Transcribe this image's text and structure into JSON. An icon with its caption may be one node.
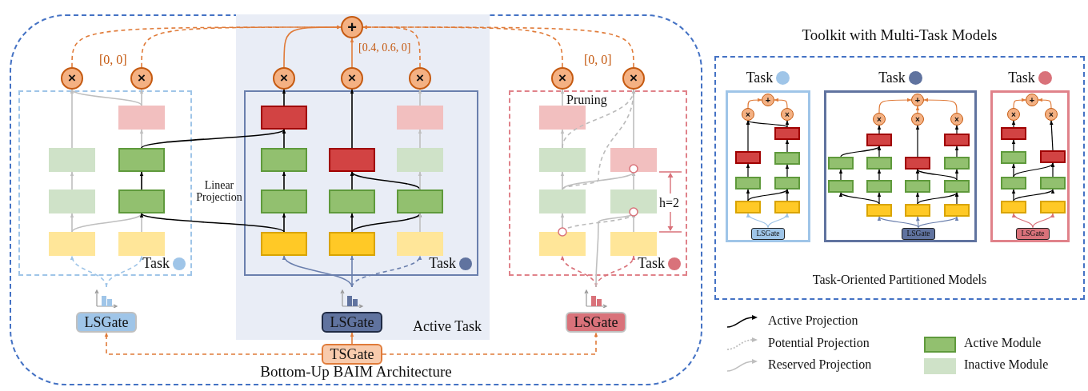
{
  "diagram": {
    "nodes": [
      {
        "text": [
          "Bottom-Up BAIM Architecture"
        ]
      },
      {
        "text": [
          "Active Task"
        ],
        "in": 0
      },
      {
        "text": [
          "Task"
        ],
        "in": 0
      },
      {
        "text": [
          "Task"
        ],
        "in": 1
      },
      {
        "text": [
          "Task"
        ],
        "in": 0
      },
      {
        "text": [
          "+"
        ],
        "in": 1
      },
      {
        "text": [
          "×"
        ],
        "in": 0
      },
      {
        "text": [
          "×"
        ],
        "in": 0
      },
      {
        "text": [
          "×"
        ],
        "in": 1
      },
      {
        "text": [
          "×"
        ],
        "in": 1
      },
      {
        "text": [
          "×"
        ],
        "in": 1
      },
      {
        "text": [
          "×"
        ],
        "in": 0
      },
      {
        "text": [
          "×"
        ],
        "in": 0
      },
      {
        "text": [],
        "shape": "box",
        "in": 2
      },
      {
        "text": [],
        "shape": "box",
        "in": 2
      },
      {
        "text": [],
        "shape": "box",
        "in": 2
      },
      {
        "text": [],
        "shape": "box",
        "in": 2
      },
      {
        "text": [],
        "shape": "box",
        "in": 2
      },
      {
        "text": [],
        "shape": "box",
        "in": 2
      },
      {
        "text": [],
        "shape": "box",
        "in": 2
      },
      {
        "text": [],
        "shape": "box",
        "in": 3
      },
      {
        "text": [],
        "shape": "box",
        "in": 3
      },
      {
        "text": [],
        "shape": "box",
        "in": 3
      },
      {
        "text": [],
        "shape": "box",
        "in": 3
      },
      {
        "text": [],
        "shape": "box",
        "in": 3
      },
      {
        "text": [],
        "shape": "box",
        "in": 3
      },
      {
        "text": [],
        "shape": "box",
        "in": 3
      },
      {
        "text": [],
        "shape": "box",
        "in": 3
      },
      {
        "text": [],
        "shape": "box",
        "in": 3
      },
      {
        "text": [],
        "shape": "box",
        "in": 3
      },
      {
        "text": [],
        "shape": "box",
        "in": 3
      },
      {
        "text": [],
        "shape": "box",
        "in": 4
      },
      {
        "text": [],
        "shape": "box",
        "in": 4
      },
      {
        "text": [],
        "shape": "box",
        "in": 4
      },
      {
        "text": [],
        "shape": "box",
        "in": 4
      },
      {
        "text": [],
        "shape": "box",
        "in": 4
      },
      {
        "text": [],
        "shape": "box",
        "in": 4
      },
      {
        "text": [],
        "shape": "box",
        "in": 4
      },
      {
        "text": [],
        "shape": "bar",
        "in": 0
      },
      {
        "text": [
          "LSGate"
        ],
        "in": 0
      },
      {
        "text": [],
        "shape": "bar",
        "in": 1
      },
      {
        "text": [
          "LSGate"
        ],
        "in": 1
      },
      {
        "text": [],
        "shape": "bar",
        "in": 0
      },
      {
        "text": [
          "LSGate"
        ],
        "in": 0
      },
      {
        "text": [
          "TSGate"
        ],
        "in": 0
      },
      {
        "text": [
          "Toolkit with Multi-Task Models",
          "Task-Oriented Partitioned Models"
        ]
      },
      {
        "text": [
          "Task"
        ],
        "in": 45
      },
      {
        "text": [
          "Task"
        ],
        "in": 45
      },
      {
        "text": [
          "Task"
        ],
        "in": 45
      },
      {
        "text": [
          "+"
        ],
        "in": 46
      },
      {
        "text": [
          "×"
        ],
        "in": 46
      },
      {
        "text": [
          "×"
        ],
        "in": 46
      },
      {
        "text": [],
        "shape": "box",
        "in": 46
      },
      {
        "text": [],
        "shape": "box",
        "in": 46
      },
      {
        "text": [],
        "shape": "box",
        "in": 46
      },
      {
        "text": [],
        "shape": "box",
        "in": 46
      },
      {
        "text": [],
        "shape": "box",
        "in": 46
      },
      {
        "text": [],
        "shape": "box",
        "in": 46
      },
      {
        "text": [],
        "shape": "box",
        "in": 46
      },
      {
        "text": [
          "LSGate"
        ],
        "in": 46
      },
      {
        "text": [
          "+"
        ],
        "in": 47
      },
      {
        "text": [
          "×"
        ],
        "in": 47
      },
      {
        "text": [
          "×"
        ],
        "in": 47
      },
      {
        "text": [
          "×"
        ],
        "in": 47
      },
      {
        "text": [],
        "shape": "box",
        "in": 47
      },
      {
        "text": [],
        "shape": "box",
        "in": 47
      },
      {
        "text": [],
        "shape": "box",
        "in": 47
      },
      {
        "text": [],
        "shape": "box",
        "in": 47
      },
      {
        "text": [],
        "shape": "box",
        "in": 47
      },
      {
        "text": [],
        "shape": "box",
        "in": 47
      },
      {
        "text": [],
        "shape": "box",
        "in": 47
      },
      {
        "text": [],
        "shape": "box",
        "in": 47
      },
      {
        "text": [],
        "shape": "box",
        "in": 47
      },
      {
        "text": [],
        "shape": "box",
        "in": 47
      },
      {
        "text": [],
        "shape": "box",
        "in": 47
      },
      {
        "text": [],
        "shape": "box",
        "in": 47
      },
      {
        "text": [],
        "shape": "box",
        "in": 47
      },
      {
        "text": [
          "LSGate"
        ],
        "in": 47
      },
      {
        "text": [
          "+"
        ],
        "in": 48
      },
      {
        "text": [
          "×"
        ],
        "in": 48
      },
      {
        "text": [
          "×"
        ],
        "in": 48
      },
      {
        "text": [],
        "shape": "box",
        "in": 48
      },
      {
        "text": [],
        "shape": "box",
        "in": 48
      },
      {
        "text": [],
        "shape": "box",
        "in": 48
      },
      {
        "text": [],
        "shape": "box",
        "in": 48
      },
      {
        "text": [],
        "shape": "box",
        "in": 48
      },
      {
        "text": [],
        "shape": "box",
        "in": 48
      },
      {
        "text": [],
        "shape": "box",
        "in": 48
      },
      {
        "text": [
          "LSGate"
        ],
        "in": 48
      }
    ],
    "edges": [
      {
        "from": 38,
        "to": 13,
        "arrow": "to",
        "style": "dashed",
        "color": "#9fc5e8"
      },
      {
        "from": 38,
        "to": 16,
        "arrow": "to",
        "style": "dashed",
        "color": "#9fc5e8"
      },
      {
        "from": 13,
        "to": 14,
        "arrow": "to",
        "color": "#bfbfbf"
      },
      {
        "from": 14,
        "to": 15,
        "arrow": "to",
        "color": "#bfbfbf"
      },
      {
        "from": 15,
        "to": 6,
        "arrow": "to",
        "color": "#bfbfbf"
      },
      {
        "from": 13,
        "to": 17,
        "arrow": "to",
        "color": "#bfbfbf"
      },
      {
        "from": 16,
        "to": 17,
        "arrow": "to",
        "color": "#bfbfbf"
      },
      {
        "from": 17,
        "to": 18,
        "arrow": "to"
      },
      {
        "from": 18,
        "to": 19,
        "arrow": "to",
        "color": "#bfbfbf"
      },
      {
        "from": 19,
        "to": 7,
        "arrow": "to",
        "color": "#bfbfbf"
      },
      {
        "from": 19,
        "to": 6,
        "arrow": "to",
        "color": "#bfbfbf"
      },
      {
        "from": 20,
        "to": 17,
        "arrow": "to"
      },
      {
        "from": 18,
        "to": 23,
        "arrow": "to"
      },
      {
        "from": 40,
        "to": 20,
        "arrow": "to",
        "color": "#6a7fad"
      },
      {
        "from": 40,
        "to": 24,
        "arrow": "to",
        "color": "#6a7fad"
      },
      {
        "from": 40,
        "to": 27,
        "arrow": "to",
        "style": "dashed",
        "color": "#6a7fad"
      },
      {
        "from": 20,
        "to": 21,
        "arrow": "to"
      },
      {
        "from": 21,
        "to": 22,
        "arrow": "to"
      },
      {
        "from": 22,
        "to": 23,
        "arrow": "to"
      },
      {
        "from": 23,
        "to": 8,
        "arrow": "to"
      },
      {
        "from": 24,
        "to": 25,
        "arrow": "to"
      },
      {
        "from": 25,
        "to": 26,
        "arrow": "to"
      },
      {
        "from": 26,
        "to": 9,
        "arrow": "to"
      },
      {
        "from": 24,
        "to": 28,
        "arrow": "to"
      },
      {
        "from": 28,
        "to": 26,
        "arrow": "to"
      },
      {
        "from": 27,
        "to": 28,
        "arrow": "to",
        "color": "#bfbfbf"
      },
      {
        "from": 28,
        "to": 29,
        "arrow": "to",
        "color": "#bfbfbf"
      },
      {
        "from": 29,
        "to": 30,
        "arrow": "to",
        "color": "#bfbfbf"
      },
      {
        "from": 30,
        "to": 10,
        "arrow": "to",
        "color": "#bfbfbf"
      },
      {
        "from": 42,
        "to": 31,
        "arrow": "to",
        "style": "dashed",
        "color": "#d9727a"
      },
      {
        "from": 42,
        "to": 35,
        "arrow": "to",
        "style": "dashed",
        "color": "#d9727a"
      },
      {
        "from": 31,
        "to": 32,
        "arrow": "to",
        "color": "#bfbfbf"
      },
      {
        "from": 32,
        "to": 33,
        "arrow": "to",
        "color": "#bfbfbf"
      },
      {
        "from": 33,
        "to": 34,
        "arrow": "to",
        "color": "#bfbfbf"
      },
      {
        "from": 34,
        "to": 11,
        "arrow": "to",
        "color": "#bfbfbf"
      },
      {
        "from": 35,
        "to": 36,
        "arrow": "to",
        "color": "#bfbfbf"
      },
      {
        "from": 36,
        "to": 37,
        "arrow": "to",
        "color": "#bfbfbf"
      },
      {
        "from": 37,
        "to": 12,
        "arrow": "to",
        "color": "#bfbfbf"
      },
      {
        "from": 42,
        "to": 36,
        "arrow": "to",
        "color": "#bfbfbf"
      },
      {
        "from": 32,
        "to": 37,
        "arrow": "to",
        "color": "#bfbfbf"
      },
      {
        "from": 31,
        "to": 36,
        "arrow": "to",
        "style": "dashed",
        "color": "#bbbbbb"
      },
      {
        "from": 32,
        "to": 12,
        "arrow": "to",
        "style": "dashed",
        "color": "#bbbbbb"
      },
      {
        "from": 33,
        "to": 12,
        "arrow": "to",
        "style": "dashed",
        "color": "#bbbbbb"
      },
      {
        "from": 6,
        "to": 5,
        "arrow": "to",
        "style": "dashed",
        "color": "#e07b39"
      },
      {
        "from": 7,
        "to": 5,
        "arrow": "to",
        "style": "dashed",
        "color": "#e07b39"
      },
      {
        "from": 8,
        "to": 5,
        "arrow": "to",
        "color": "#e07b39"
      },
      {
        "from": 9,
        "to": 5,
        "arrow": "to",
        "color": "#e07b39"
      },
      {
        "from": 10,
        "to": 5,
        "arrow": "to",
        "style": "dashed",
        "color": "#e07b39"
      },
      {
        "from": 11,
        "to": 5,
        "arrow": "to",
        "style": "dashed",
        "color": "#e07b39"
      },
      {
        "from": 12,
        "to": 5,
        "arrow": "to",
        "style": "dashed",
        "color": "#e07b39"
      },
      {
        "from": 44,
        "to": 39,
        "arrow": "to",
        "style": "dashed",
        "color": "#e07b39"
      },
      {
        "from": 44,
        "to": 41,
        "arrow": "to",
        "color": "#e07b39"
      },
      {
        "from": 44,
        "to": 43,
        "arrow": "to",
        "style": "dashed",
        "color": "#e07b39"
      },
      {
        "from": 59,
        "to": 52,
        "arrow": "to",
        "color": "#9fc5e8"
      },
      {
        "from": 59,
        "to": 55,
        "arrow": "to",
        "color": "#9fc5e8"
      },
      {
        "from": 52,
        "to": 53,
        "arrow": "to"
      },
      {
        "from": 53,
        "to": 54,
        "arrow": "to"
      },
      {
        "from": 54,
        "to": 50,
        "arrow": "to"
      },
      {
        "from": 55,
        "to": 56,
        "arrow": "to"
      },
      {
        "from": 56,
        "to": 57,
        "arrow": "to"
      },
      {
        "from": 57,
        "to": 58,
        "arrow": "to"
      },
      {
        "from": 58,
        "to": 51,
        "arrow": "to"
      },
      {
        "from": 58,
        "to": 50,
        "arrow": "to"
      },
      {
        "from": 52,
        "to": 56,
        "arrow": "to"
      },
      {
        "from": 50,
        "to": 49,
        "arrow": "to",
        "color": "#e07b39"
      },
      {
        "from": 51,
        "to": 49,
        "arrow": "to",
        "color": "#e07b39"
      },
      {
        "from": 77,
        "to": 66,
        "arrow": "to",
        "color": "#6a7fad"
      },
      {
        "from": 77,
        "to": 70,
        "arrow": "to",
        "color": "#6a7fad"
      },
      {
        "from": 77,
        "to": 73,
        "arrow": "to",
        "color": "#6a7fad"
      },
      {
        "from": 66,
        "to": 64,
        "arrow": "to"
      },
      {
        "from": 64,
        "to": 65,
        "arrow": "to"
      },
      {
        "from": 65,
        "to": 69,
        "arrow": "to"
      },
      {
        "from": 66,
        "to": 67,
        "arrow": "to"
      },
      {
        "from": 67,
        "to": 68,
        "arrow": "to"
      },
      {
        "from": 68,
        "to": 69,
        "arrow": "to"
      },
      {
        "from": 69,
        "to": 61,
        "arrow": "to"
      },
      {
        "from": 70,
        "to": 71,
        "arrow": "to"
      },
      {
        "from": 71,
        "to": 72,
        "arrow": "to"
      },
      {
        "from": 72,
        "to": 62,
        "arrow": "to"
      },
      {
        "from": 70,
        "to": 74,
        "arrow": "to"
      },
      {
        "from": 74,
        "to": 72,
        "arrow": "to"
      },
      {
        "from": 73,
        "to": 74,
        "arrow": "to"
      },
      {
        "from": 74,
        "to": 75,
        "arrow": "to"
      },
      {
        "from": 75,
        "to": 76,
        "arrow": "to"
      },
      {
        "from": 76,
        "to": 63,
        "arrow": "to"
      },
      {
        "from": 61,
        "to": 60,
        "arrow": "to",
        "color": "#e07b39"
      },
      {
        "from": 62,
        "to": 60,
        "arrow": "to",
        "color": "#e07b39"
      },
      {
        "from": 63,
        "to": 60,
        "arrow": "to",
        "color": "#e07b39"
      },
      {
        "from": 88,
        "to": 81,
        "arrow": "to",
        "color": "#d9727a"
      },
      {
        "from": 88,
        "to": 85,
        "arrow": "to",
        "color": "#d9727a"
      },
      {
        "from": 81,
        "to": 82,
        "arrow": "to"
      },
      {
        "from": 82,
        "to": 83,
        "arrow": "to"
      },
      {
        "from": 83,
        "to": 84,
        "arrow": "to"
      },
      {
        "from": 84,
        "to": 79,
        "arrow": "to"
      },
      {
        "from": 86,
        "to": 87,
        "arrow": "to"
      },
      {
        "from": 87,
        "to": 80,
        "arrow": "to"
      },
      {
        "from": 81,
        "to": 86,
        "arrow": "to"
      },
      {
        "from": 82,
        "to": 87,
        "arrow": "to"
      },
      {
        "from": 79,
        "to": 78,
        "arrow": "to",
        "color": "#e07b39"
      },
      {
        "from": 80,
        "to": 78,
        "arrow": "to",
        "color": "#e07b39"
      }
    ],
    "labels": [
      "[0, 0]",
      "[0.4, 0.6, 0]",
      "[0, 0]",
      "Linear Projection",
      "Pruning",
      "h=2"
    ],
    "legend": [
      {
        "text": "Active Projection"
      },
      {
        "text": "Potential Projection"
      },
      {
        "text": "Reserved Projection"
      },
      {
        "text": "Active Module",
        "color": "#92c06f"
      },
      {
        "text": "Inactive Module",
        "color": "#cfe2c8"
      }
    ]
  }
}
